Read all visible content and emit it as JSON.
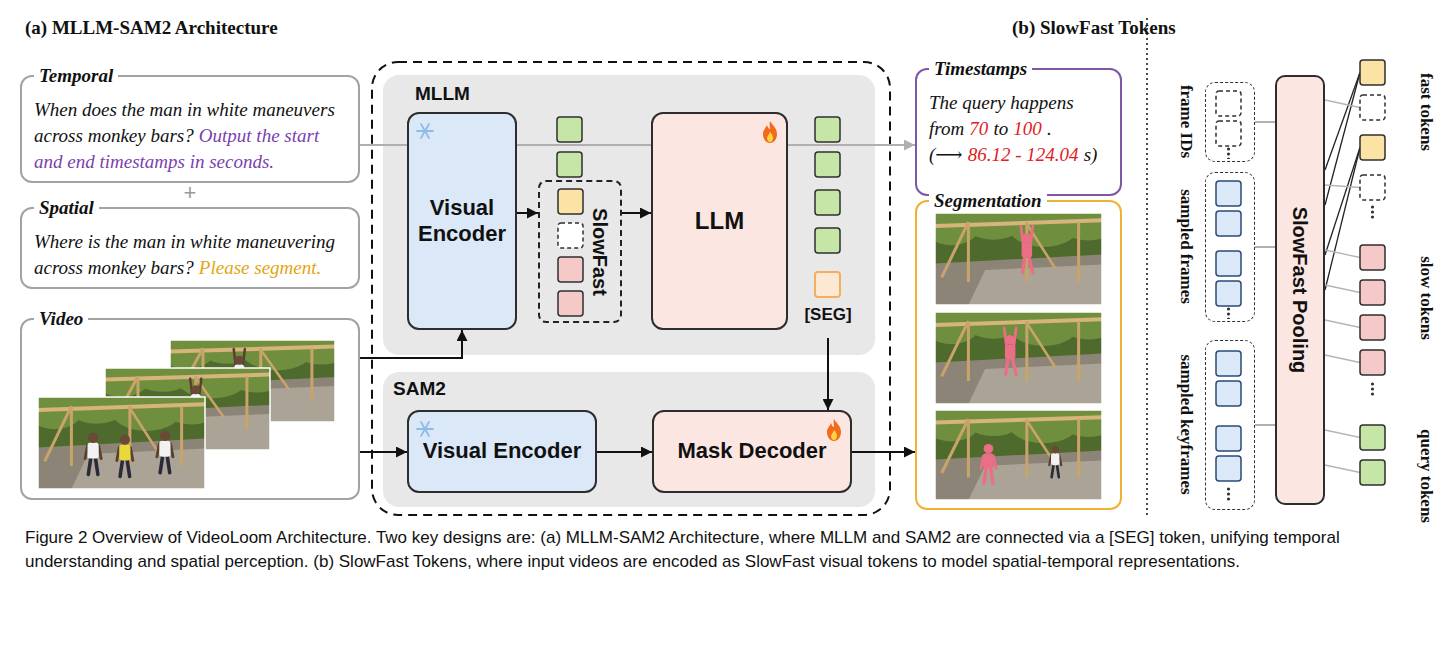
{
  "diagram": {
    "caption": "Figure 2 Overview of VideoLoom Architecture. Two key designs are: (a) MLLM-SAM2 Architecture, where MLLM and SAM2 are connected via a [SEG] token, unifying temporal understanding and spatial perception. (b) SlowFast Tokens, where input videos are encoded as SlowFast visual tokens to model spatial-temporal representations.",
    "nodes": [
      {
        "text": [
          "Temporal",
          "When does the man in white maneuvers across monkey bars?",
          "Output the start and end timestamps in seconds."
        ]
      },
      {
        "text": [
          "Spatial",
          "Where is the man in white maneuvering across monkey bars?",
          "Please segment."
        ]
      },
      {
        "text": [
          "Video"
        ]
      },
      {
        "text": [
          "MLLM"
        ]
      },
      {
        "text": [
          "Visual Encoder"
        ],
        "in": 3
      },
      {
        "text": [
          "SlowFast"
        ],
        "in": 3
      },
      {
        "text": [
          "LLM"
        ],
        "in": 3
      },
      {
        "text": [
          "[SEG]"
        ],
        "in": 3
      },
      {
        "text": [
          "SAM2"
        ]
      },
      {
        "text": [
          "Visual Encoder"
        ],
        "in": 8
      },
      {
        "text": [
          "Mask Decoder"
        ],
        "in": 8
      },
      {
        "text": [
          "Timestamps",
          "The query happens from",
          "70",
          "to",
          "100",
          ".",
          "(⟶",
          "86.12 - 124.04",
          "s)"
        ]
      },
      {
        "text": [
          "Segmentation"
        ]
      },
      {
        "text": [
          "frame IDs"
        ]
      },
      {
        "text": [
          "sampled frames"
        ]
      },
      {
        "text": [
          "sampled keyframes"
        ]
      },
      {
        "text": [
          "SlowFast Pooling"
        ]
      }
    ],
    "edges": [
      {
        "from": 0,
        "to": 6,
        "arrow": "none"
      },
      {
        "from": 6,
        "to": 11,
        "arrow": "to"
      },
      {
        "from": 2,
        "to": 4,
        "arrow": "to"
      },
      {
        "from": 2,
        "to": 9,
        "arrow": "to"
      },
      {
        "from": 4,
        "to": 5,
        "arrow": "to"
      },
      {
        "from": 5,
        "to": 6,
        "arrow": "to"
      },
      {
        "from": 9,
        "to": 10,
        "arrow": "to"
      },
      {
        "from": 7,
        "to": 10,
        "arrow": "to"
      },
      {
        "from": 10,
        "to": 12,
        "arrow": "to"
      },
      {
        "from": 13,
        "to": 16,
        "arrow": "none"
      },
      {
        "from": 14,
        "to": 16,
        "arrow": "none"
      },
      {
        "from": 15,
        "to": 16,
        "arrow": "none"
      }
    ],
    "labels": [
      "(a) MLLM-SAM2 Architecture",
      "+",
      "(b) SlowFast Tokens",
      "fast tokens",
      "slow tokens",
      "query tokens"
    ]
  }
}
